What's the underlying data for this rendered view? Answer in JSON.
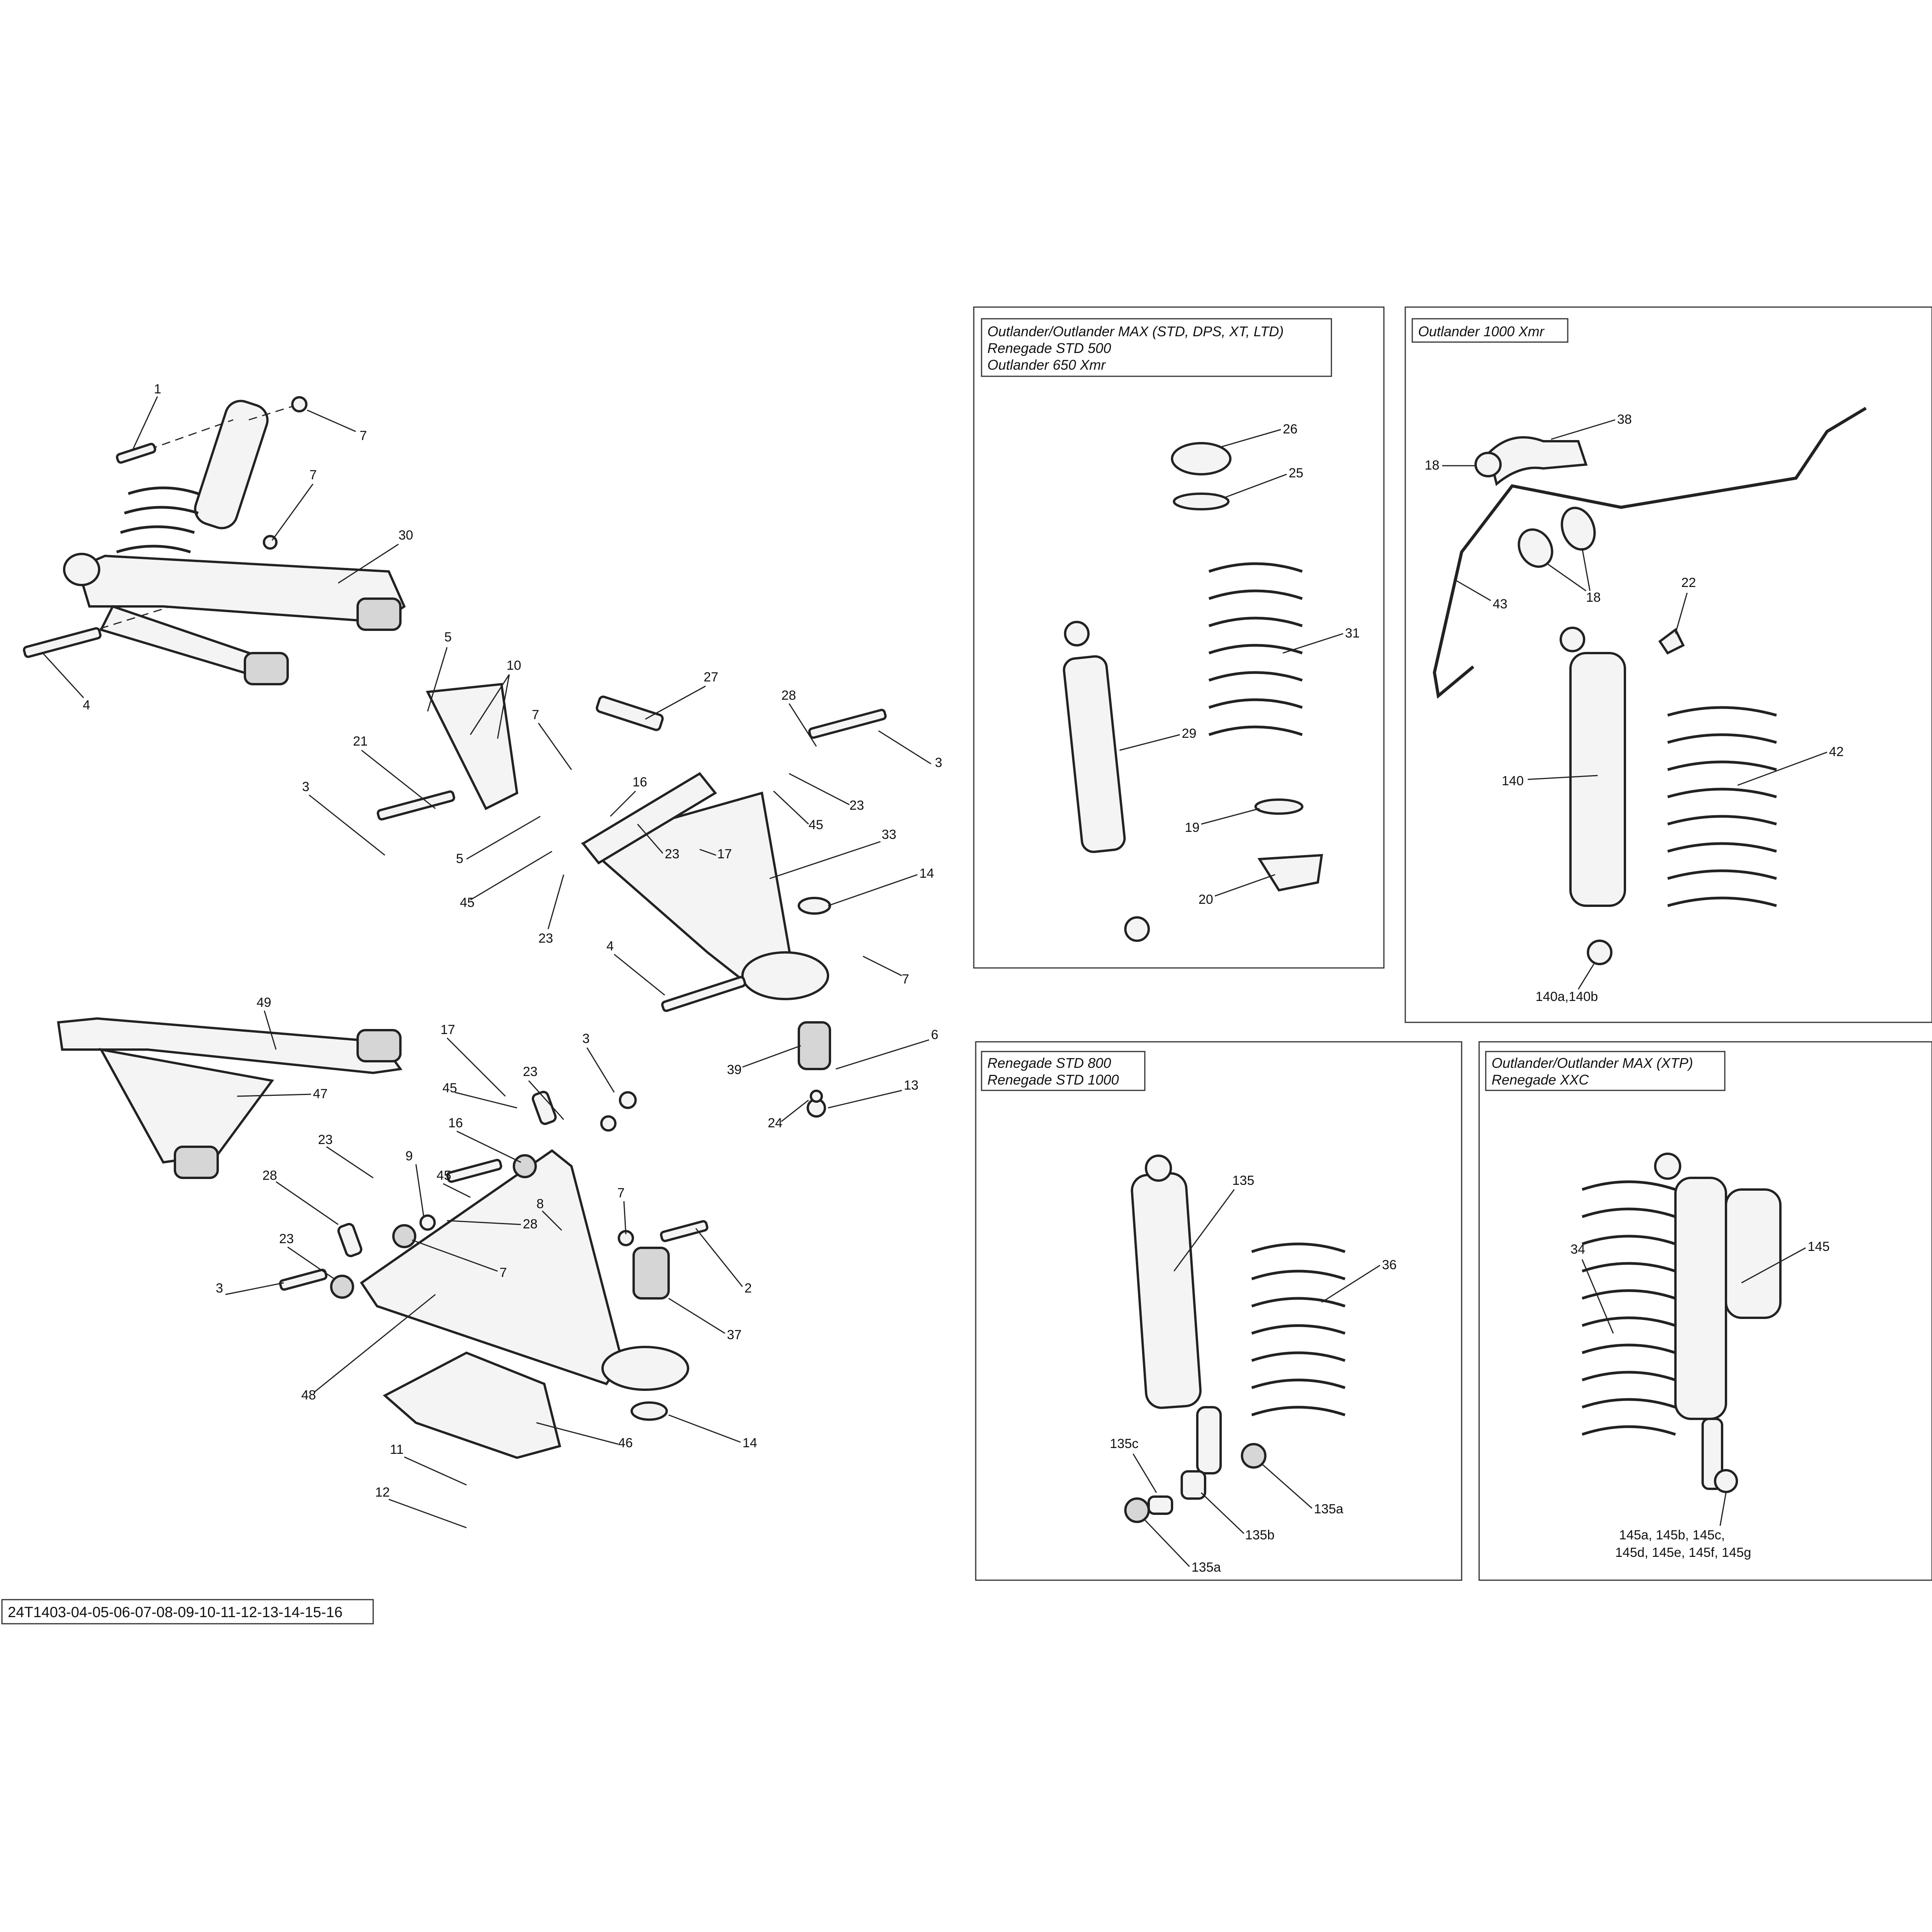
{
  "diagram_code": "24T1403-04-05-06-07-08-09-10-11-12-13-14-15-16",
  "panels": [
    {
      "title_lines": [
        "Outlander/Outlander MAX (STD, DPS, XT, LTD)",
        "Renegade STD 500",
        "Outlander 650 Xmr"
      ]
    },
    {
      "title_lines": [
        "Outlander 1000 Xmr"
      ]
    },
    {
      "title_lines": [
        "Renegade STD 800",
        "Renegade STD 1000"
      ]
    },
    {
      "title_lines": [
        "Outlander/Outlander MAX (XTP)",
        "Renegade XXC"
      ]
    }
  ],
  "callouts": {
    "main": [
      "1",
      "7",
      "7",
      "30",
      "4",
      "5",
      "10",
      "27",
      "7",
      "28",
      "3",
      "21",
      "16",
      "3",
      "23",
      "17",
      "23",
      "45",
      "33",
      "5",
      "45",
      "23",
      "14",
      "4",
      "7",
      "6",
      "39",
      "13",
      "24",
      "49",
      "47",
      "17",
      "45",
      "23",
      "3",
      "16",
      "45",
      "23",
      "28",
      "9",
      "8",
      "7",
      "28",
      "23",
      "7",
      "2",
      "3",
      "48",
      "37",
      "14",
      "11",
      "46",
      "12"
    ],
    "panel1": [
      "26",
      "25",
      "31",
      "29",
      "19",
      "20"
    ],
    "panel2": [
      "38",
      "18",
      "18",
      "43",
      "22",
      "140",
      "42",
      "140a,140b"
    ],
    "panel3": [
      "135",
      "36",
      "135c",
      "135a",
      "135b",
      "135a"
    ],
    "panel4": [
      "34",
      "145",
      "145a, 145b, 145c,",
      "145d, 145e, 145f, 145g"
    ]
  }
}
